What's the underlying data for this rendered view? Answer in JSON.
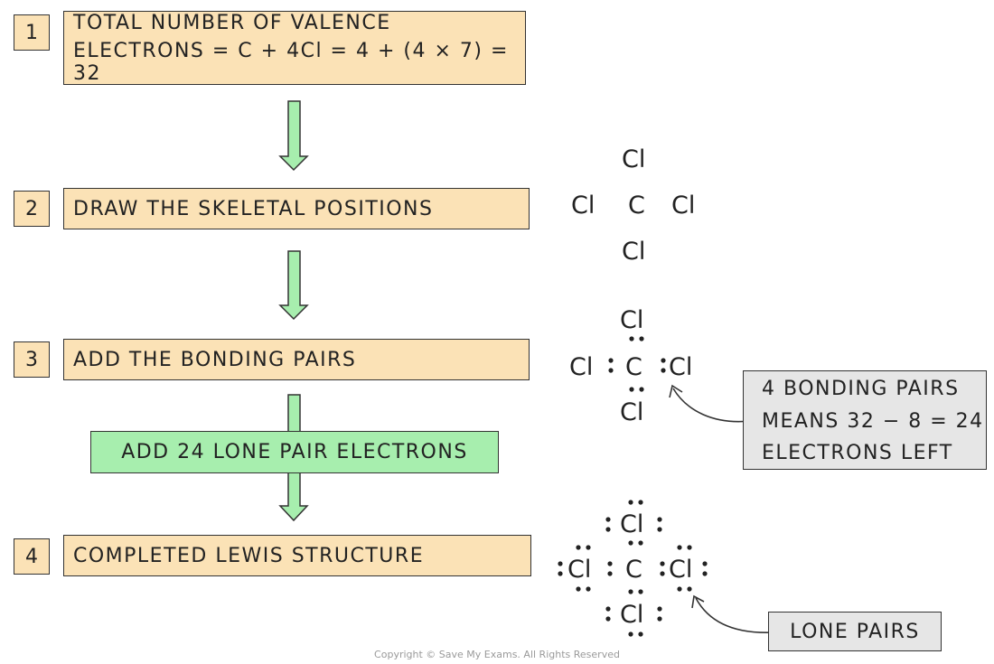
{
  "steps": [
    {
      "number": "1",
      "line1": "TOTAL NUMBER OF VALENCE",
      "line2": "ELECTRONS = C + 4Cl = 4 + (4 × 7) = 32"
    },
    {
      "number": "2",
      "text": "DRAW THE SKELETAL POSITIONS"
    },
    {
      "number": "3",
      "text": "ADD THE BONDING PAIRS"
    },
    {
      "number": "4",
      "text": "COMPLETED LEWIS STRUCTURE"
    }
  ],
  "green_label": "ADD 24 LONE PAIR ELECTRONS",
  "atoms": {
    "carbon": "C",
    "chlorine": "Cl"
  },
  "bonding_note": {
    "line1": "4 BONDING PAIRS",
    "line2": "MEANS 32 − 8 = 24",
    "line3": "ELECTRONS LEFT"
  },
  "lone_pairs_label": "LONE PAIRS",
  "copyright": "Copyright © Save My Exams. All Rights Reserved",
  "colors": {
    "step_fill": "#fbe2b6",
    "green_fill": "#a7eeae",
    "arrow_fill": "#a7eeae",
    "note_fill": "#e6e6e6"
  }
}
